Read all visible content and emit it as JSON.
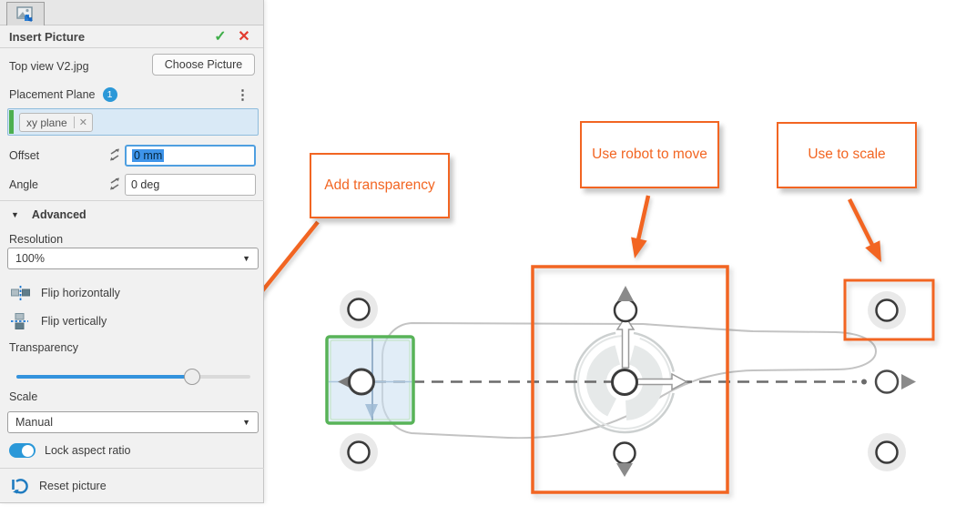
{
  "colors": {
    "accent_orange": "#f26522",
    "accent_blue": "#2b98d8",
    "confirm_green": "#3fae49",
    "cancel_red": "#e23b2e",
    "plane_green": "#4caf50",
    "selection_blue": "#3e94ea"
  },
  "icons": {
    "confirm": "✓",
    "cancel": "✕",
    "kebab": "⋮",
    "caret": "▼",
    "advanced_caret": "▼",
    "chip_close": "✕"
  },
  "panel": {
    "title": "Insert Picture",
    "file_name": "Top view V2.jpg",
    "choose_picture_label": "Choose Picture",
    "placement_plane_label": "Placement Plane",
    "placement_plane_count": "1",
    "plane_chip_label": "xy plane",
    "offset_label": "Offset",
    "offset_value": "0 mm",
    "angle_label": "Angle",
    "angle_value": "0 deg",
    "advanced_label": "Advanced",
    "resolution_label": "Resolution",
    "resolution_value": "100%",
    "flip_horizontal_label": "Flip horizontally",
    "flip_vertical_label": "Flip vertically",
    "transparency_label": "Transparency",
    "transparency_percent": 75,
    "scale_label": "Scale",
    "scale_value": "Manual",
    "lock_aspect_ratio_label": "Lock aspect ratio",
    "lock_aspect_ratio_on": true,
    "reset_label": "Reset picture"
  },
  "annotations": {
    "transparency_note": "Add transparency",
    "robot_note": "Use robot to move",
    "scale_note": "Use to scale"
  }
}
